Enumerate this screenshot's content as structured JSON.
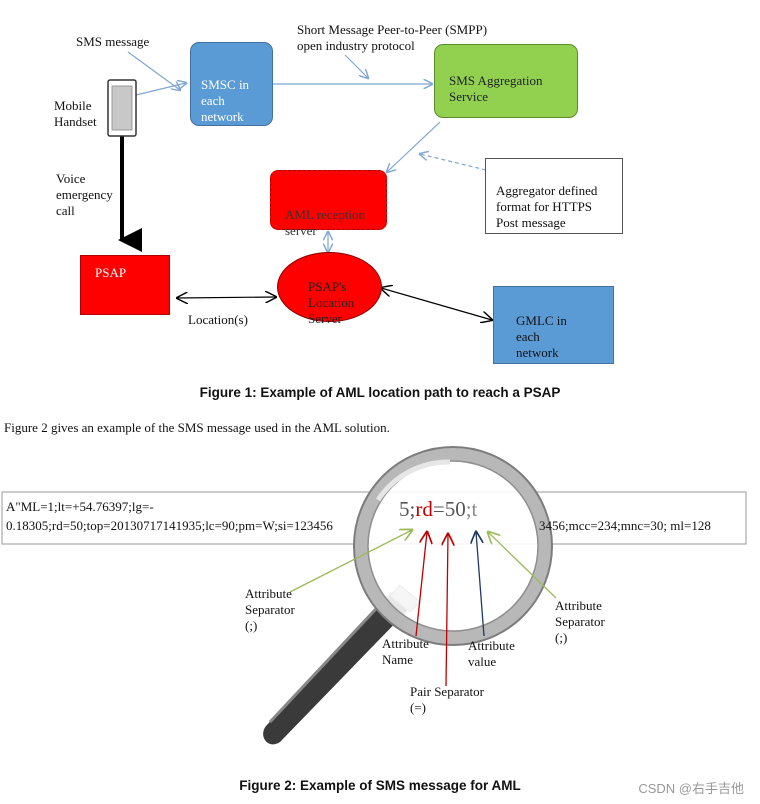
{
  "figure1": {
    "labels": {
      "sms_message": "SMS message",
      "mobile_handset": "Mobile\nHandset",
      "voice_call": "Voice\nemergency\ncall",
      "smpp": "Short Message Peer-to-Peer (SMPP)\nopen industry protocol",
      "locations": "Location(s)"
    },
    "nodes": {
      "smsc": "SMSC in\neach\nnetwork",
      "aggregation": "SMS Aggregation\nService",
      "aggregator_format": "Aggregator defined\nformat for HTTPS\nPost message",
      "aml_server": "AML reception\nserver",
      "psap": "PSAP",
      "location_server": "PSAP's\nLocation\nServer",
      "gmlc": "GMLC in\neach\nnetwork"
    },
    "caption": "Figure 1: Example of AML location path to reach a PSAP"
  },
  "body_text": "Figure 2 gives an example of the SMS message used in the AML solution.",
  "figure2": {
    "message_line1": "A\"ML=1;lt=+54.76397;lg=-",
    "message_line2": "0.18305;rd=50;top=20130717141935;lc=90;pm=W;si=123456",
    "message_line2_end": "3456;mcc=234;mnc=30; ml=128",
    "magnified": {
      "before": "5;",
      "name": "rd",
      "sep": "=",
      "value": "50",
      "after": ";t"
    },
    "annotations": {
      "attr_sep_left": "Attribute\nSeparator\n(;)",
      "attr_name": "Attribute\nName",
      "attr_value": "Attribute\nvalue",
      "attr_sep_right": "Attribute\nSeparator\n(;)",
      "pair_sep": "Pair Separator\n(=)"
    },
    "caption": "Figure 2: Example of SMS message for AML"
  },
  "watermark": "CSDN @右手吉他",
  "colors": {
    "smsc": "#5b9bd5",
    "aggregation": "#92d050",
    "red": "#ff0000",
    "gmlc": "#5b9bd5",
    "arrow_blue": "#7fa7cf",
    "ann_green": "#9bbb59",
    "ann_red": "#c00000",
    "ann_navy": "#1f3864"
  }
}
